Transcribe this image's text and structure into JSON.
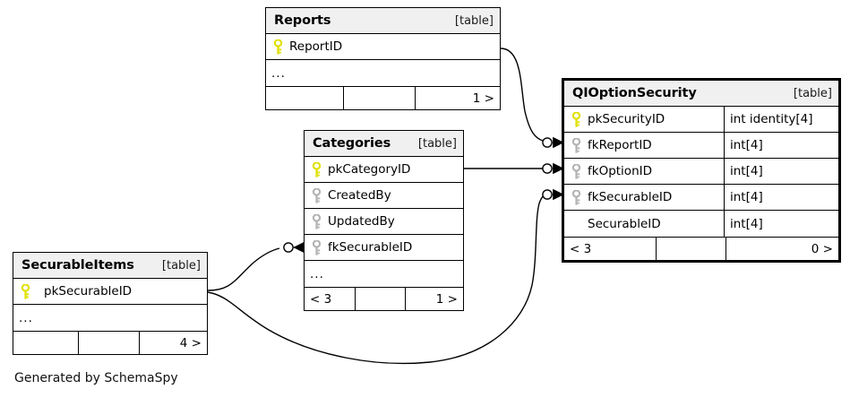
{
  "diagram": {
    "kind_label": "[table]",
    "generated_by": "Generated by SchemaSpy",
    "colors": {
      "primary_key": "#e8e800",
      "foreign_key": "#b3b3b3",
      "header_bg": "#f0f0f0",
      "border": "#000000",
      "background": "#ffffff"
    }
  },
  "tables": {
    "reports": {
      "name": "Reports",
      "kind": "[table]",
      "columns": [
        {
          "key": "pk",
          "name": "ReportID",
          "type": ""
        }
      ],
      "ellipsis": "...",
      "footer": {
        "left": "",
        "middle": "",
        "right": "1 >"
      }
    },
    "qioptionsecurity": {
      "name": "QIOptionSecurity",
      "kind": "[table]",
      "columns": [
        {
          "key": "pk",
          "name": "pkSecurityID",
          "type": "int identity[4]"
        },
        {
          "key": "fk",
          "name": "fkReportID",
          "type": "int[4]"
        },
        {
          "key": "fk",
          "name": "fkOptionID",
          "type": "int[4]"
        },
        {
          "key": "fk",
          "name": "fkSecurableID",
          "type": "int[4]"
        },
        {
          "key": "none",
          "name": "SecurableID",
          "type": "int[4]"
        }
      ],
      "footer": {
        "left": "< 3",
        "middle": "",
        "right": "0 >"
      }
    },
    "categories": {
      "name": "Categories",
      "kind": "[table]",
      "columns": [
        {
          "key": "pk",
          "name": "pkCategoryID",
          "type": ""
        },
        {
          "key": "fk",
          "name": "CreatedBy",
          "type": ""
        },
        {
          "key": "fk",
          "name": "UpdatedBy",
          "type": ""
        },
        {
          "key": "fk",
          "name": "fkSecurableID",
          "type": ""
        }
      ],
      "ellipsis": "...",
      "footer": {
        "left": "< 3",
        "middle": "",
        "right": "1 >"
      }
    },
    "securableitems": {
      "name": "SecurableItems",
      "kind": "[table]",
      "columns": [
        {
          "key": "pk",
          "name": "pkSecurableID",
          "type": ""
        }
      ],
      "ellipsis": "...",
      "footer": {
        "left": "",
        "middle": "",
        "right": "4 >"
      }
    }
  },
  "relationships": [
    {
      "id": "reports-fkreportid",
      "from": "Reports.ReportID",
      "to": "QIOptionSecurity.fkReportID",
      "optional": true
    },
    {
      "id": "categories-fkoptionid",
      "from": "Categories.pkCategoryID",
      "to": "QIOptionSecurity.fkOptionID",
      "optional": true
    },
    {
      "id": "securableitems-categories",
      "from": "SecurableItems.pkSecurableID",
      "to": "Categories.fkSecurableID",
      "optional": true
    },
    {
      "id": "securableitems-fksecurableid",
      "from": "SecurableItems.pkSecurableID",
      "to": "QIOptionSecurity.fkSecurableID",
      "optional": true
    }
  ]
}
